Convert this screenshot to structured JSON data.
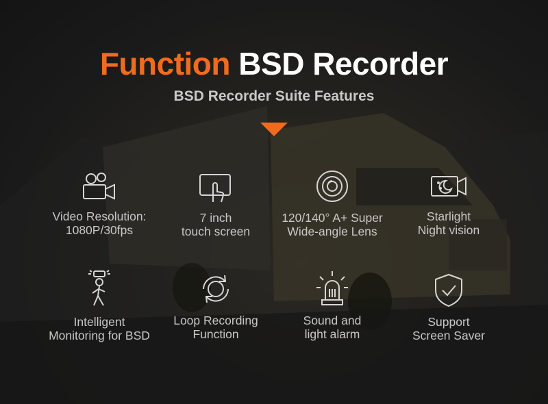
{
  "header": {
    "title_accent": "Function",
    "title_rest": "BSD Recorder",
    "subtitle": "BSD Recorder Suite Features"
  },
  "colors": {
    "accent": "#f26b1d",
    "text": "#c8c8c8",
    "background": "#1b1b1b"
  },
  "features": [
    {
      "icon": "video-camera-icon",
      "label": "Video Resolution:\n1080P/30fps"
    },
    {
      "icon": "touch-screen-icon",
      "label": "7 inch\ntouch screen"
    },
    {
      "icon": "camera-lens-icon",
      "label": "120/140° A+ Super\nWide-angle Lens"
    },
    {
      "icon": "night-vision-camera-icon",
      "label": "Starlight\nNight vision"
    },
    {
      "icon": "pedestrian-monitoring-icon",
      "label": "Intelligent\nMonitoring for BSD"
    },
    {
      "icon": "loop-recording-icon",
      "label": "Loop Recording\nFunction"
    },
    {
      "icon": "alarm-light-icon",
      "label": "Sound and\nlight alarm"
    },
    {
      "icon": "shield-check-icon",
      "label": "Support\nScreen Saver"
    }
  ]
}
